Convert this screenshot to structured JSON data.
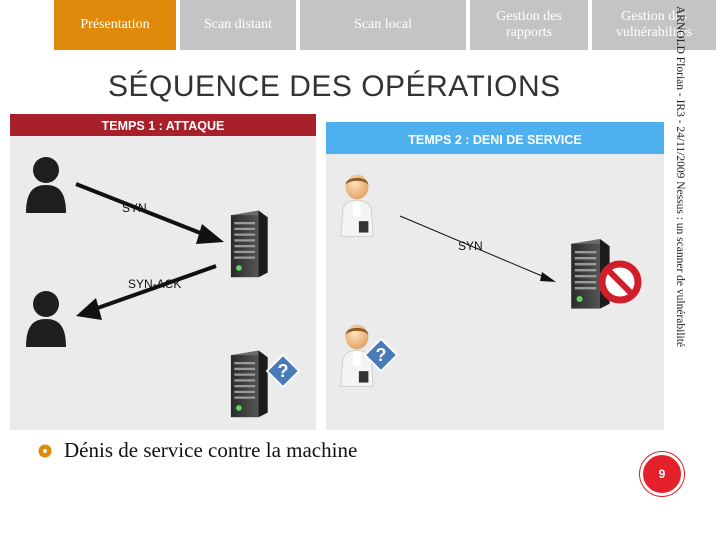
{
  "nav": {
    "tabs": [
      {
        "label": "Présentation",
        "active": true
      },
      {
        "label": "Scan distant",
        "active": false
      },
      {
        "label": "Scan local",
        "active": false
      },
      {
        "label": "Gestion des rapports",
        "active": false
      },
      {
        "label": "Gestion des vulnérabilités",
        "active": false
      }
    ]
  },
  "slide": {
    "title": "SÉQUENCE DES OPÉRATIONS",
    "side_text": "ARNOLD Florian - IR3 - 24/11/2009 Nessus : un scanner de vulnérabilité",
    "bullet": "Dénis de service contre la machine",
    "page_number": "9"
  },
  "figure": {
    "panel1": {
      "title": "TEMPS 1 : ATTAQUE",
      "syn_label": "SYN",
      "synack_label": "SYN-ACK",
      "unknown_mark": "?"
    },
    "panel2": {
      "title": "TEMPS 2 : DENI DE SERVICE",
      "syn_label": "SYN",
      "unknown_mark": "?"
    }
  },
  "colors": {
    "accent": "#e08a0b",
    "tab_inactive": "#c4c4c4",
    "panel1_header": "#a8202b",
    "panel2_header": "#4fb0f0",
    "panel_background": "#ebebeb",
    "badge": "#e4202a"
  },
  "icons": [
    "attacker-icon",
    "server-icon",
    "user-icon",
    "question-icon",
    "blocked-icon",
    "bullet-icon"
  ]
}
